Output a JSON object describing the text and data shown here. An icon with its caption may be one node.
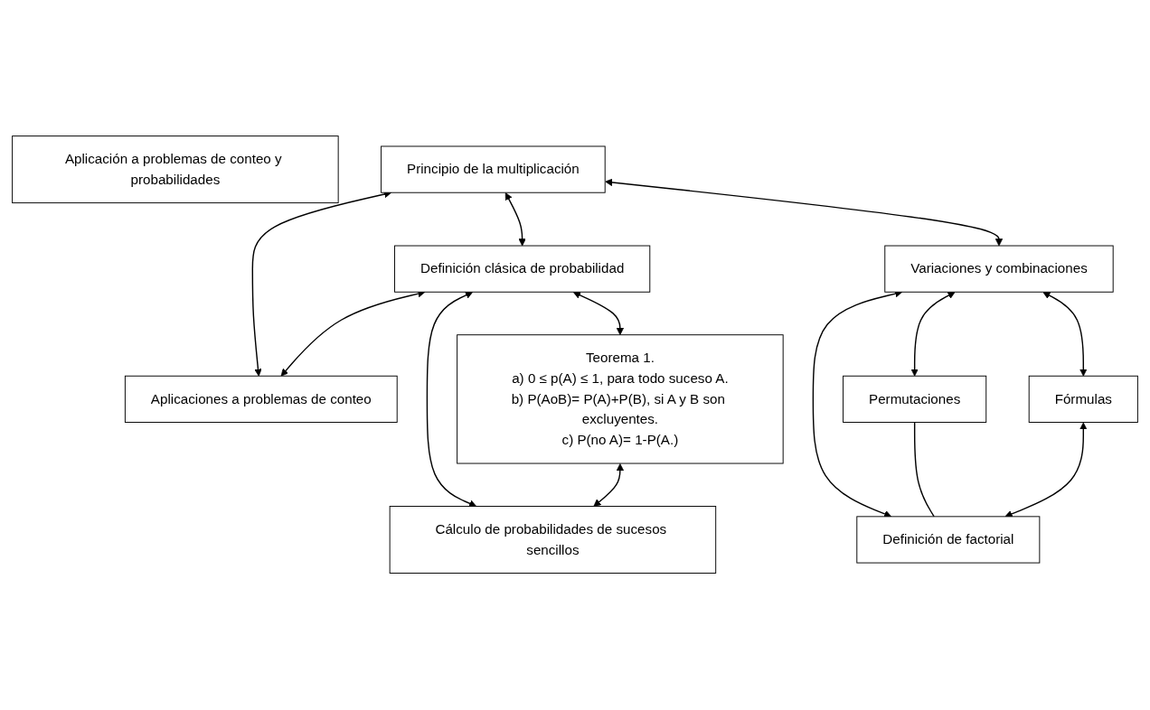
{
  "diagram": {
    "nodes": [
      {
        "text": [
          "Principio de la multiplicación"
        ]
      },
      {
        "text": [
          "Definición clásica de probabilidad"
        ]
      },
      {
        "text": [
          "Aplicaciones a problemas de conteo"
        ]
      },
      {
        "text": [
          "Teorema 1.",
          "a) 0 ≤ p(A) ≤ 1, para todo suceso A.",
          "b) P(AoB)= P(A)+P(B), si A y B son excluyentes.",
          "c) P(no A)= 1-P(A.)"
        ]
      },
      {
        "text": [
          "Cálculo de probabilidades de sucesos sencillos"
        ]
      },
      {
        "text": [
          "Permutaciones"
        ]
      },
      {
        "text": [
          "Variaciones y combinaciones"
        ]
      },
      {
        "text": [
          "Definición de factorial"
        ]
      },
      {
        "text": [
          "Fórmulas"
        ]
      },
      {
        "text": [
          "Aplicación a problemas de conteo y probabilidades"
        ]
      }
    ],
    "edges": [
      {
        "from": 0,
        "to": 6,
        "arrow": "both"
      },
      {
        "from": 0,
        "to": 1,
        "arrow": "both"
      },
      {
        "from": 0,
        "to": 2,
        "arrow": "both"
      },
      {
        "from": 1,
        "to": 2,
        "arrow": "both"
      },
      {
        "from": 1,
        "to": 3,
        "arrow": "both"
      },
      {
        "from": 1,
        "to": 4,
        "arrow": "both"
      },
      {
        "from": 3,
        "to": 4,
        "arrow": "both"
      },
      {
        "from": 6,
        "to": 5,
        "arrow": "both"
      },
      {
        "from": 6,
        "to": 7,
        "arrow": "both"
      },
      {
        "from": 5,
        "to": 7,
        "arrow": "none"
      },
      {
        "from": 6,
        "to": 8,
        "arrow": "both"
      },
      {
        "from": 8,
        "to": 7,
        "arrow": "both"
      }
    ]
  }
}
